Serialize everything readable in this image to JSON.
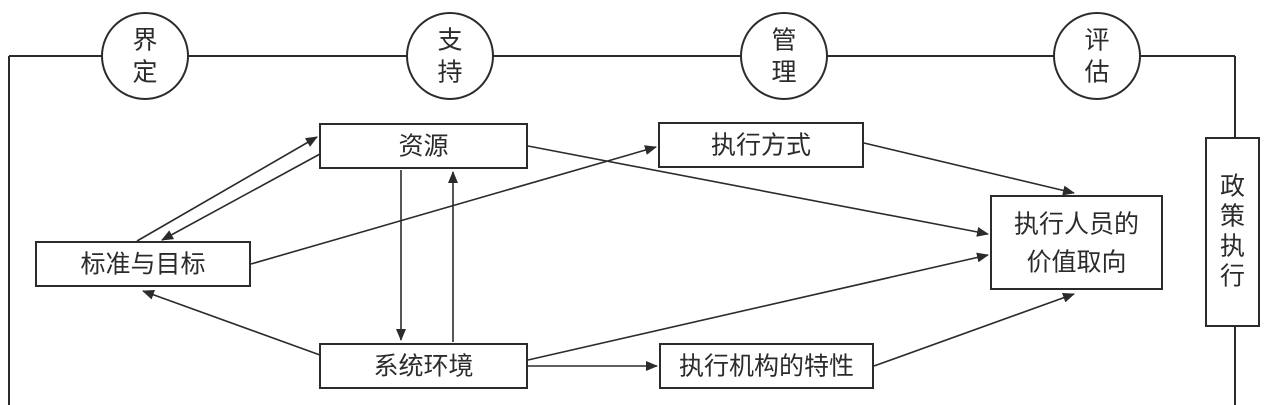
{
  "stages": [
    {
      "char1": "界",
      "char2": "定"
    },
    {
      "char1": "支",
      "char2": "持"
    },
    {
      "char1": "管",
      "char2": "理"
    },
    {
      "char1": "评",
      "char2": "估"
    }
  ],
  "nodes": {
    "resources": "资源",
    "execution_method": "执行方式",
    "standards": "标准与目标",
    "system_env": "系统环境",
    "org_traits": "执行机构的特性",
    "values_line1": "执行人员的",
    "values_line2": "价值取向"
  },
  "side_label": {
    "c1": "政",
    "c2": "策",
    "c3": "执",
    "c4": "行"
  },
  "colors": {
    "line": "#2b2b2b",
    "background": "#ffffff"
  }
}
